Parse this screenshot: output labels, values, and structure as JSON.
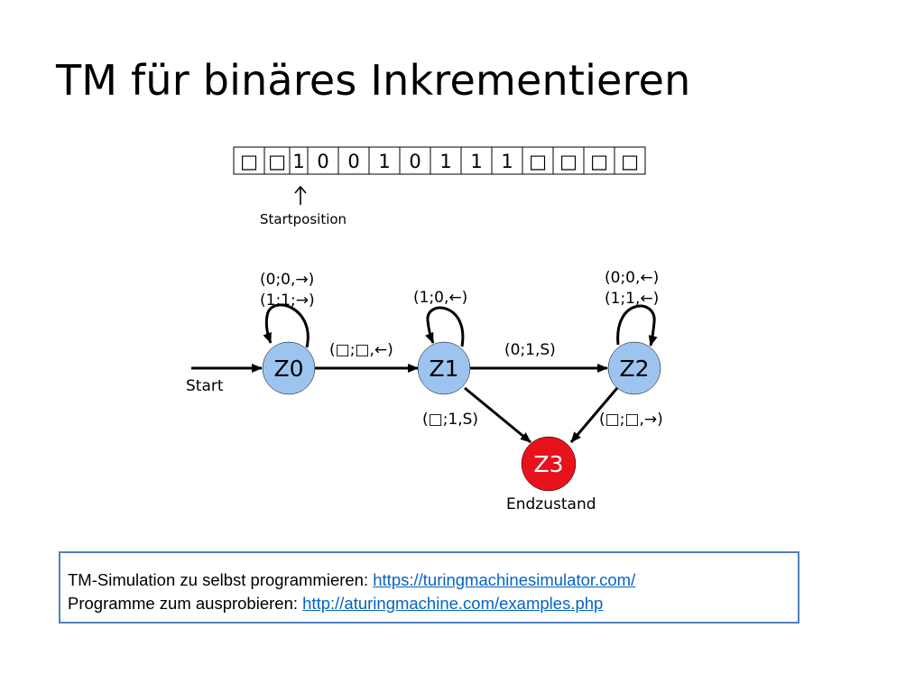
{
  "title": "TM für binäres Inkrementieren",
  "tape": {
    "cells": [
      "□",
      "□",
      "1",
      "0",
      "0",
      "1",
      "0",
      "1",
      "1",
      "1",
      "□",
      "□",
      "□",
      "□"
    ],
    "head_label": "Startposition"
  },
  "start_label": "Start",
  "states": [
    {
      "id": "Z0",
      "color": "#9cc4ef",
      "label_color": "#000000"
    },
    {
      "id": "Z1",
      "color": "#9cc4ef",
      "label_color": "#000000"
    },
    {
      "id": "Z2",
      "color": "#9cc4ef",
      "label_color": "#000000"
    },
    {
      "id": "Z3",
      "color": "#e8121d",
      "label_color": "#ffffff"
    }
  ],
  "final_state_label": "Endzustand",
  "transitions": {
    "z0_loop_1": "(0;0,→)",
    "z0_loop_2": "(1;1;→)",
    "z0_z1": "(□;□,←)",
    "z1_loop": "(1;0,←)",
    "z1_z2": "(0;1,S)",
    "z2_loop_1": "(0;0,←)",
    "z2_loop_2": "(1;1,←)",
    "z1_z3": "(□;1,S)",
    "z2_z3": "(□;□,→)"
  },
  "info": {
    "line1_text": "TM-Simulation zu selbst programmieren: ",
    "line1_link": "https://turingmachinesimulator.com/",
    "line2_text": "Programme zum ausprobieren: ",
    "line2_link": "http://aturingmachine.com/examples.php",
    "border_color": "#4f81bd",
    "link_color": "#0563c1"
  }
}
